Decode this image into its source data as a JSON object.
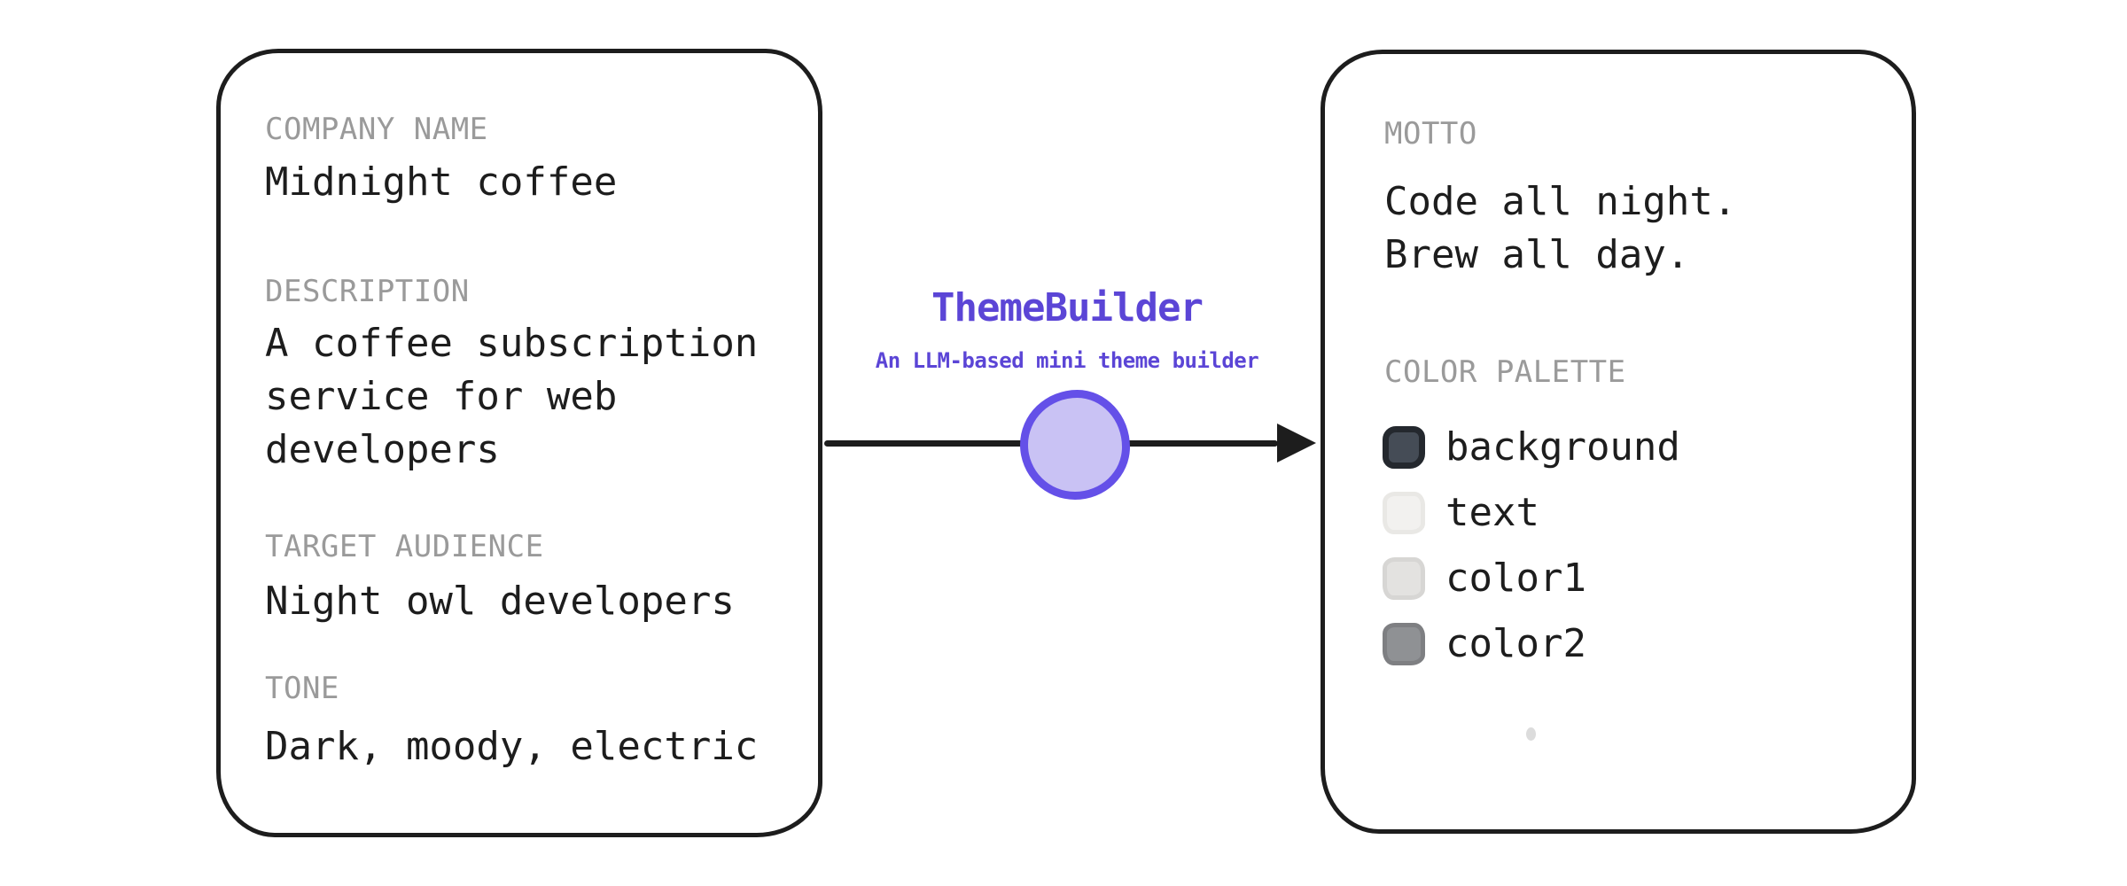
{
  "colors": {
    "ink": "#1d1d1d",
    "label_gray": "#9a9a9a",
    "page_background": "#ffffff"
  },
  "input_card": {
    "fields": [
      {
        "label": "COMPANY NAME",
        "value": "Midnight coffee"
      },
      {
        "label": "DESCRIPTION",
        "value": "A coffee subscription service for web developers"
      },
      {
        "label": "TARGET AUDIENCE",
        "value": "Night owl developers"
      },
      {
        "label": "TONE",
        "value": "Dark, moody, electric"
      }
    ]
  },
  "processor": {
    "title": "ThemeBuilder",
    "subtitle": "An LLM-based mini theme builder",
    "accent": "#5b45d6",
    "node_fill": "#c9c2f4",
    "node_stroke": "#6450e8"
  },
  "output_card": {
    "motto_label": "MOTTO",
    "motto_lines": [
      "Code all night.",
      "Brew all day."
    ],
    "palette_label": "COLOR PALETTE",
    "palette": [
      {
        "name": "background",
        "fill": "#454c56",
        "border": "#24282e"
      },
      {
        "name": "text",
        "fill": "#f2f1ef",
        "border": "#e9e8e5"
      },
      {
        "name": "color1",
        "fill": "#e3e2e0",
        "border": "#d7d6d4"
      },
      {
        "name": "color2",
        "fill": "#8f9194",
        "border": "#7e7f82"
      }
    ]
  }
}
